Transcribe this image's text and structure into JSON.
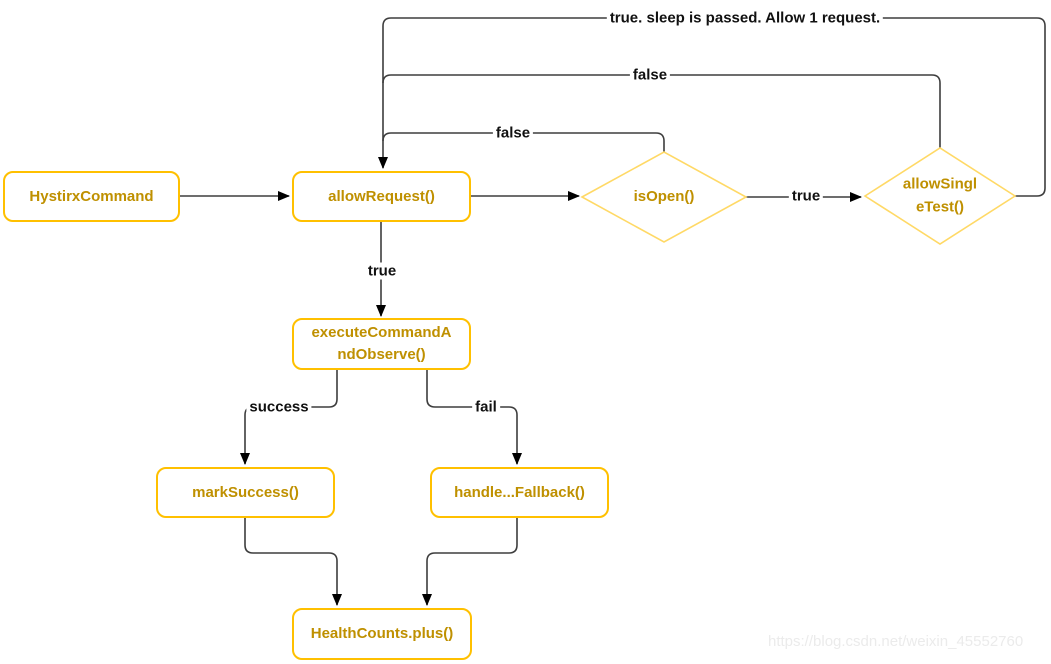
{
  "diagram": {
    "nodes": {
      "hystirx": {
        "label": "HystirxCommand"
      },
      "allow_request": {
        "label": "allowRequest()"
      },
      "is_open": {
        "label": "isOpen()"
      },
      "allow_single_test": {
        "label": "allowSingl\neTest()"
      },
      "execute_command": {
        "label": "executeCommandA\nndObserve()"
      },
      "mark_success": {
        "label": "markSuccess()"
      },
      "handle_fallback": {
        "label": "handle...Fallback()"
      },
      "health_counts": {
        "label": "HealthCounts.plus()"
      }
    },
    "edge_labels": {
      "true_sleep": "true. sleep is passed. Allow 1 request.",
      "false_single_test": "false",
      "false_is_open": "false",
      "true_is_open": "true",
      "true_allow_request": "true",
      "success": "success",
      "fail": "fail"
    },
    "colors": {
      "rect_border": "#FFC000",
      "diamond_border": "#FFD966",
      "node_text": "#BF9000",
      "line": "#3d3d3d",
      "label_text": "#111111",
      "watermark": "#ebebeb"
    },
    "watermark": "https://blog.csdn.net/weixin_45552760"
  }
}
